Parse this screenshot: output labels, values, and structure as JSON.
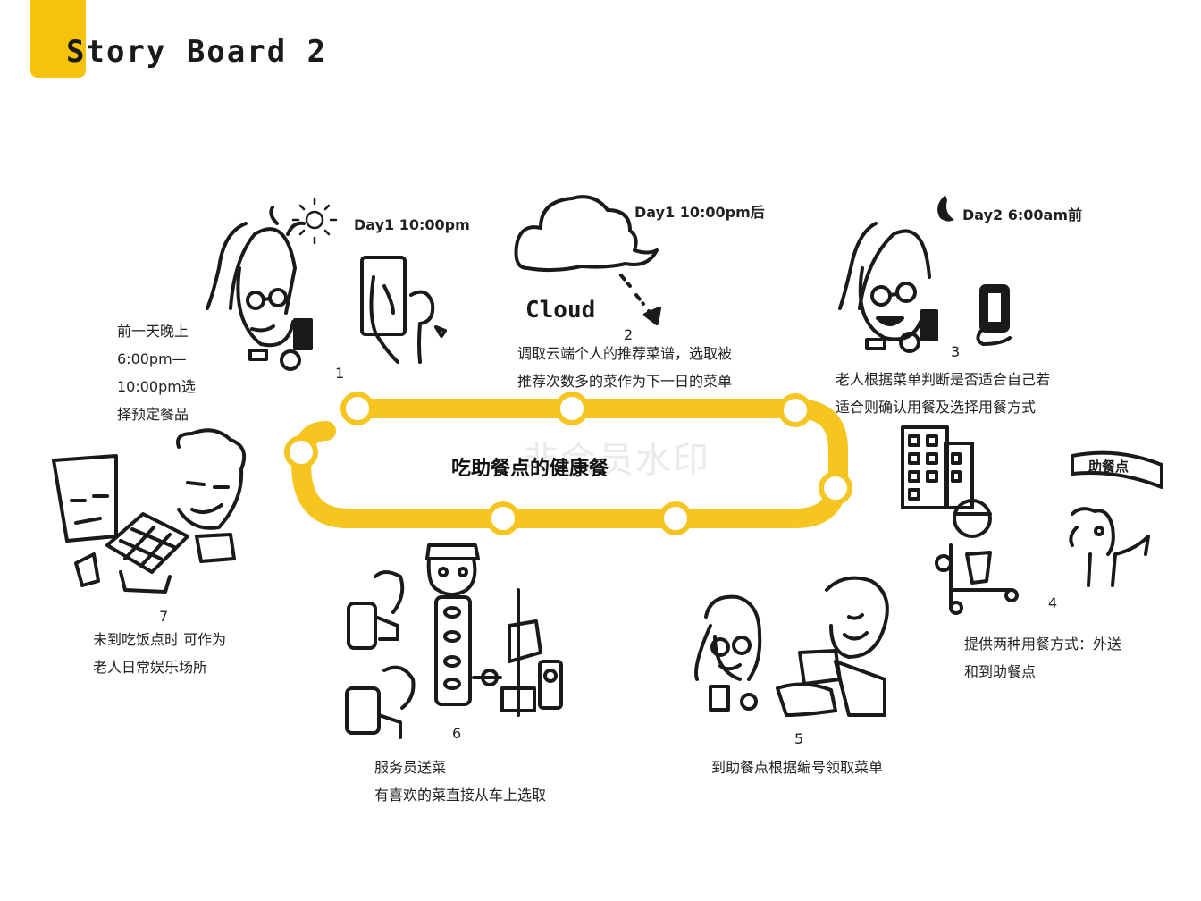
{
  "header": {
    "title": "Story Board 2",
    "accent_color": "#f7c20a"
  },
  "center_label": "吃助餐点的健康餐",
  "watermark": "非会员水印",
  "cloud_label": "Cloud",
  "sign_label": "助餐点",
  "steps": [
    {
      "number": "1",
      "time": "Day1 10:00pm",
      "caption": [
        "前一天晚上",
        "6:00pm—",
        "10:00pm选",
        "择预定餐品"
      ]
    },
    {
      "number": "2",
      "time": "Day1 10:00pm后",
      "caption": [
        "调取云端个人的推荐菜谱，选取被",
        "推荐次数多的菜作为下一日的菜单"
      ]
    },
    {
      "number": "3",
      "time": "Day2 6:00am前",
      "caption": [
        "老人根据菜单判断是否适合自己若",
        "适合则确认用餐及选择用餐方式"
      ]
    },
    {
      "number": "4",
      "caption": [
        "提供两种用餐方式：外送",
        "和到助餐点"
      ]
    },
    {
      "number": "5",
      "caption": [
        "到助餐点根据编号领取菜单"
      ]
    },
    {
      "number": "6",
      "caption": [
        "服务员送菜",
        "有喜欢的菜直接从车上选取"
      ]
    },
    {
      "number": "7",
      "caption": [
        "未到吃饭点时 可作为",
        "老人日常娱乐场所"
      ]
    }
  ],
  "icons": [
    "sun-icon",
    "moon-icon",
    "cloud-icon",
    "phone-icon"
  ]
}
